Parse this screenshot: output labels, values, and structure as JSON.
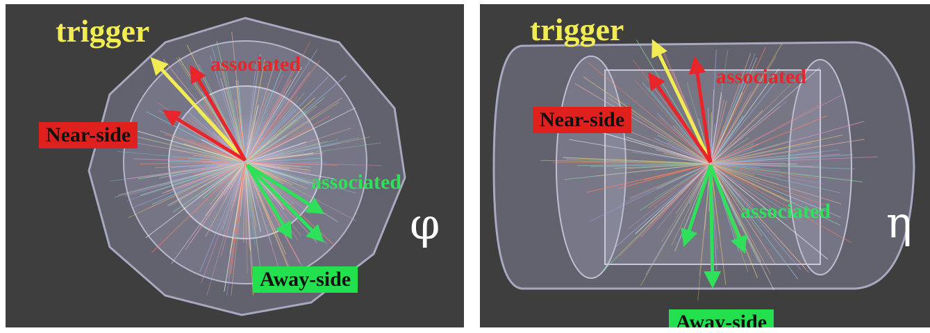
{
  "left": {
    "trigger": "trigger",
    "associated_near": "associated",
    "near_side": "Near-side",
    "associated_away": "associated",
    "away_side": "Away-side",
    "axis": "φ"
  },
  "right": {
    "trigger": "trigger",
    "associated_near": "associated",
    "near_side": "Near-side",
    "associated_away": "associated",
    "away_side": "Away-side",
    "axis": "η"
  },
  "colors": {
    "background": "#3e3e3e",
    "trigger": "#f2ec54",
    "near": "#e8252a",
    "away": "#2fe05a"
  }
}
